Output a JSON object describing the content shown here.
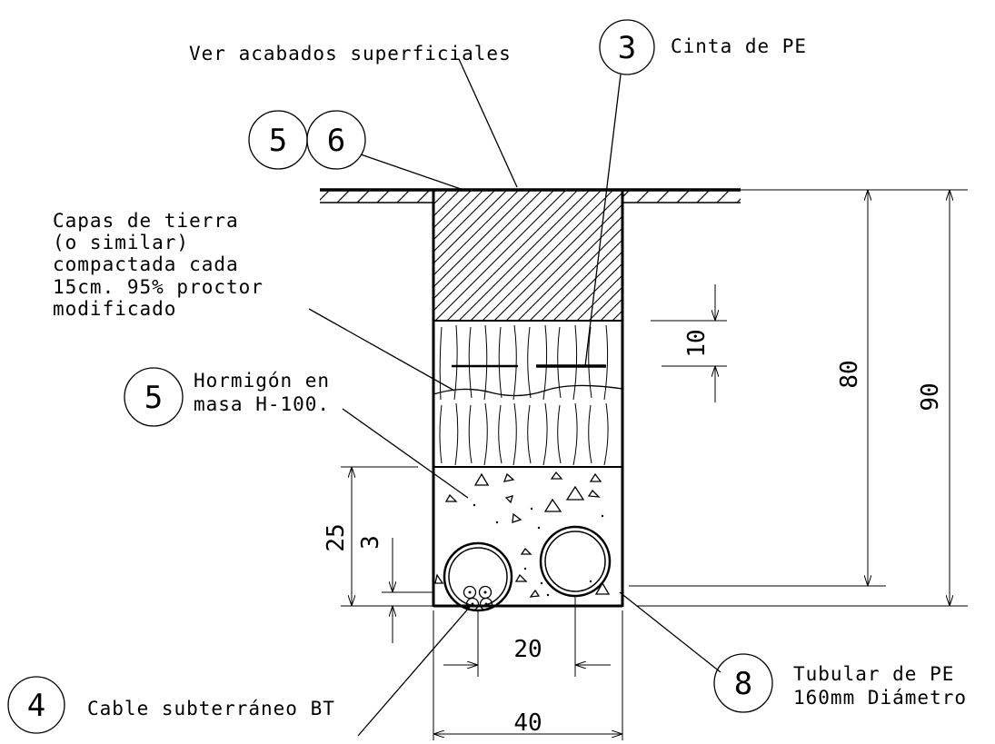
{
  "labels": {
    "surface_finishes": "Ver acabados superficiales",
    "pe_tape": "Cinta de PE",
    "soil_line1": "Capas de tierra",
    "soil_line2": "(o similar)",
    "soil_line3": "compactada  cada",
    "soil_line4": "15cm. 95% proctor",
    "soil_line5": "modificado",
    "concrete_line1": "Hormigón en",
    "concrete_line2": "masa H-100.",
    "cable": "Cable subterráneo BT",
    "pipe_line1": "Tubular de PE",
    "pipe_line2": "160mm Diámetro"
  },
  "bubbles": {
    "tape": "3",
    "surface_a": "5",
    "surface_b": "6",
    "concrete": "5",
    "cable": "4",
    "pipe": "8"
  },
  "dimensions": {
    "tape_depth": "10",
    "depth_to_pipe": "80",
    "total_depth": "90",
    "concrete_height": "25",
    "bottom_cover": "3",
    "pipe_spacing": "20",
    "trench_width": "40"
  }
}
